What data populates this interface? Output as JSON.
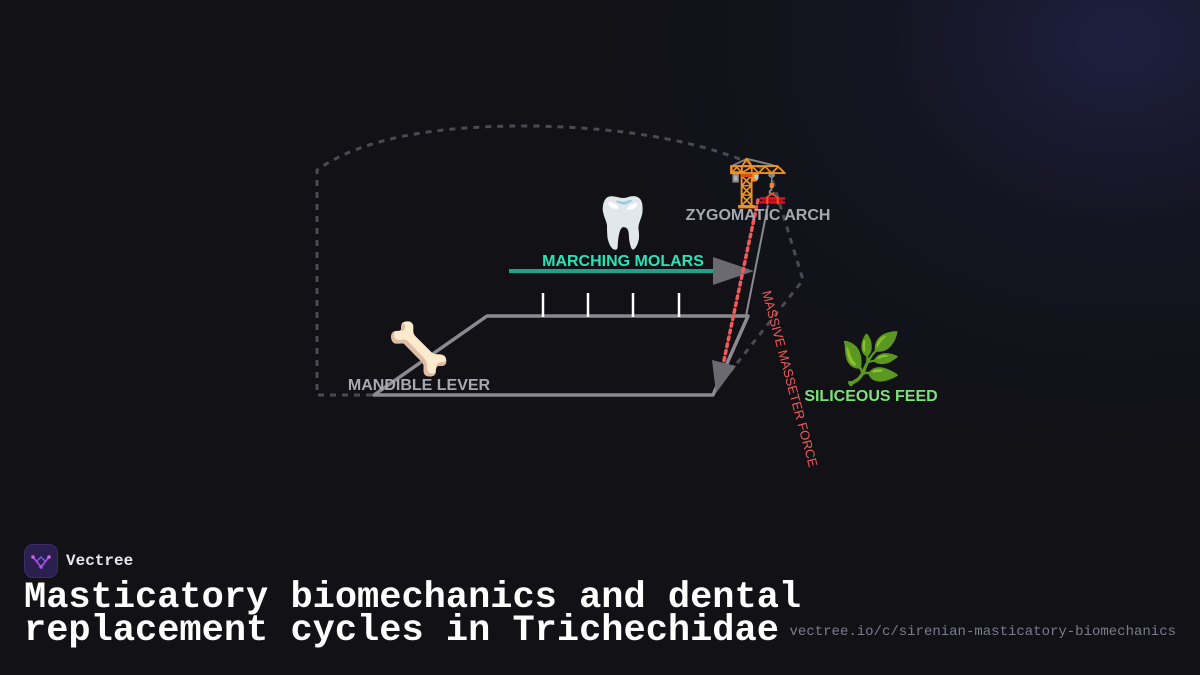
{
  "diagram": {
    "labels": {
      "molars": "MARCHING MOLARS",
      "zygomatic": "ZYGOMATIC ARCH",
      "mandible": "MANDIBLE LEVER",
      "feed": "SILICEOUS FEED",
      "force": "MASSIVE MASSETER FORCE"
    },
    "icons": {
      "tooth": "🦷",
      "crane": "🏗️",
      "bone": "🦴",
      "plant": "🌿"
    },
    "colors": {
      "molars": "#2de2b8",
      "zygomatic": "#a8a8b0",
      "mandible": "#a8a8b0",
      "feed": "#7ee07a",
      "force": "#ef5a5a",
      "arrow_bar": "#1aa48a",
      "outline": "#8a8a90"
    }
  },
  "footer": {
    "brand": "Vectree",
    "title_line1": "Masticatory biomechanics and dental",
    "title_line2": "replacement cycles in Trichechidae",
    "url": "vectree.io/c/sirenian-masticatory-biomechanics"
  }
}
